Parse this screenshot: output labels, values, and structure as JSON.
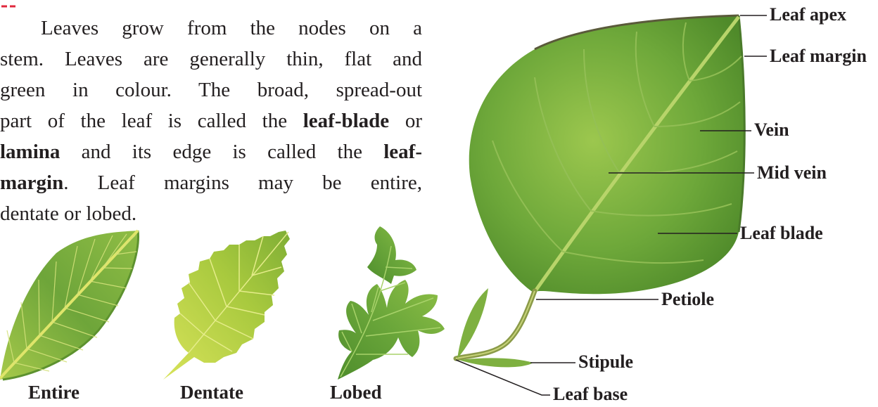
{
  "paragraph": {
    "line1": "Leaves grow from the nodes on a",
    "line2": "stem. Leaves are generally thin, flat and",
    "line3": "green in colour. The broad, spread-out",
    "line4_pre": "part of the leaf is called the ",
    "line4_b1": "leaf-blade",
    "line4_post": " or",
    "line5_b1": "lamina",
    "line5_mid": " and its edge is called the ",
    "line5_b2": "leaf-",
    "line6_b1": "margin",
    "line6_post": ". Leaf margins may be entire,",
    "line7": "dentate or lobed."
  },
  "captions": {
    "entire": "Entire",
    "dentate": "Dentate",
    "lobed": "Lobed"
  },
  "labels": {
    "apex": "Leaf apex",
    "margin": "Leaf margin",
    "vein": "Vein",
    "midvein": "Mid vein",
    "blade": "Leaf blade",
    "petiole": "Petiole",
    "stipule": "Stipule",
    "base": "Leaf base"
  },
  "colors": {
    "leaf_main": "#6ea83a",
    "leaf_light": "#a8cf5a",
    "leaf_dark": "#4d8a2a",
    "yellow_green": "#c8d84a",
    "label_line": "#231f20",
    "accent_red": "#e0283c"
  }
}
